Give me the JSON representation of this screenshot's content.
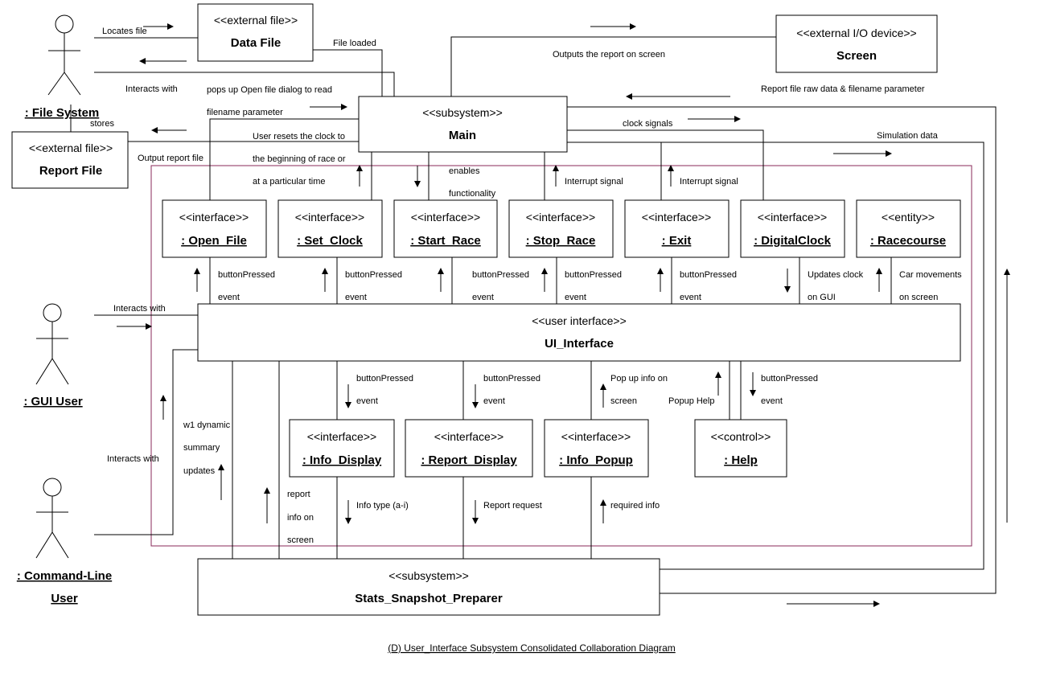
{
  "caption": "(D) User_Interface Subsystem Consolidated Collaboration Diagram",
  "actors": {
    "file_system": ": File System",
    "gui_user": ": GUI User",
    "cli_user_1": ": Command-Line ",
    "cli_user_2": "User"
  },
  "boxes": {
    "data_file": {
      "stereo": "<<external file>>",
      "name": "Data File"
    },
    "report_file": {
      "stereo": "<<external file>>",
      "name": "Report File"
    },
    "screen": {
      "stereo": "<<external I/O device>>",
      "name": "Screen"
    },
    "main": {
      "stereo": "<<subsystem>>",
      "name": "Main"
    },
    "open_file": {
      "stereo": "<<interface>>",
      "name": ": Open_File"
    },
    "set_clock": {
      "stereo": "<<interface>>",
      "name": ": Set_Clock"
    },
    "start_race": {
      "stereo": "<<interface>>",
      "name": ": Start_Race"
    },
    "stop_race": {
      "stereo": "<<interface>>",
      "name": ": Stop_Race"
    },
    "exit": {
      "stereo": "<<interface>>",
      "name": ": Exit"
    },
    "digital_clock": {
      "stereo": "<<interface>>",
      "name": ": DigitalClock"
    },
    "racecourse": {
      "stereo": "<<entity>>",
      "name": ": Racecourse"
    },
    "ui_interface": {
      "stereo": "<<user interface>>",
      "name": "UI_Interface"
    },
    "info_display": {
      "stereo": "<<interface>>",
      "name": ": Info_Display"
    },
    "report_display": {
      "stereo": "<<interface>>",
      "name": ": Report_Display"
    },
    "info_popup": {
      "stereo": "<<interface>>",
      "name": ": Info_Popup"
    },
    "help": {
      "stereo": "<<control>>",
      "name": ": Help"
    },
    "stats": {
      "stereo": "<<subsystem>>",
      "name": "Stats_Snapshot_Preparer"
    }
  },
  "labels": {
    "locates_file": "Locates file",
    "file_loaded": "File loaded",
    "interacts_with_fs": "Interacts with",
    "stores": "stores",
    "popsup_1": "pops up Open file dialog to read",
    "popsup_2": "filename parameter",
    "outputs_report": "Outputs the report on screen",
    "report_raw": "Report file raw data & filename parameter",
    "user_resets_1": "User resets the clock to",
    "user_resets_2": "the beginning of race or",
    "user_resets_3": "at a particular time",
    "output_report_file": "Output report file",
    "clock_signals": "clock signals",
    "simulation_data": "Simulation data",
    "enables_1": "enables",
    "enables_2": "functionality",
    "interrupt_1": "Interrupt signal",
    "interrupt_2": "Interrupt signal",
    "bp_event_1": "buttonPressed",
    "bp_event_1b": "event",
    "bp_event_2": "buttonPressed",
    "bp_event_2b": "event",
    "bp_event_3": "buttonPressed",
    "bp_event_3b": "event",
    "bp_event_4": "buttonPressed",
    "bp_event_4b": "event",
    "bp_event_5": "buttonPressed",
    "bp_event_5b": "event",
    "updates_clock_1": "Updates clock",
    "updates_clock_2": "on GUI",
    "car_movements_1": "Car movements",
    "car_movements_2": "on screen",
    "interacts_with_gui": "Interacts with",
    "interacts_with_cli": "Interacts with",
    "w1_1": "w1 dynamic",
    "w1_2": "summary",
    "w1_3": "updates",
    "bp_low_1": "buttonPressed",
    "bp_low_1b": "event",
    "bp_low_2": "buttonPressed",
    "bp_low_2b": "event",
    "popup_info_1": "Pop up info on",
    "popup_info_2": "screen",
    "popup_help": "Popup Help",
    "bp_low_3": "buttonPressed",
    "bp_low_3b": "event",
    "report_info_1": "report",
    "report_info_2": "info on",
    "report_info_3": "screen",
    "info_type": "Info type (a-i)",
    "report_request": "Report request",
    "required_info": "required info"
  }
}
